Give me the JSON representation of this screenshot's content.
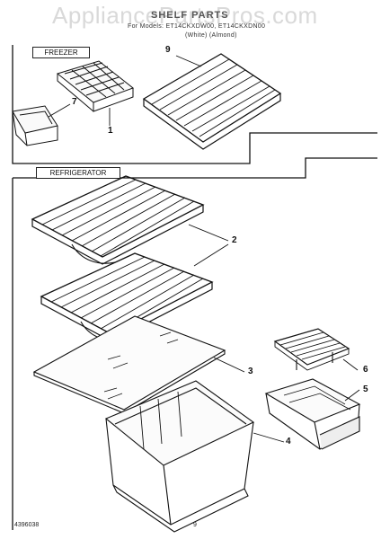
{
  "header": {
    "watermark": "AppliancePartsPros.com",
    "title": "SHELF PARTS",
    "models_line": "For Models: ET14CKXDW00, ET14CKXDN00",
    "colors_line": "(White)          (Almond)"
  },
  "sections": {
    "freezer_label": "FREEZER",
    "refrigerator_label": "REFRIGERATOR"
  },
  "callouts": {
    "c1": "1",
    "c2": "2",
    "c3": "3",
    "c4": "4",
    "c5": "5",
    "c6": "6",
    "c7": "7",
    "c9": "9"
  },
  "footer": {
    "doc_number": "4396038",
    "page_number": "9"
  }
}
